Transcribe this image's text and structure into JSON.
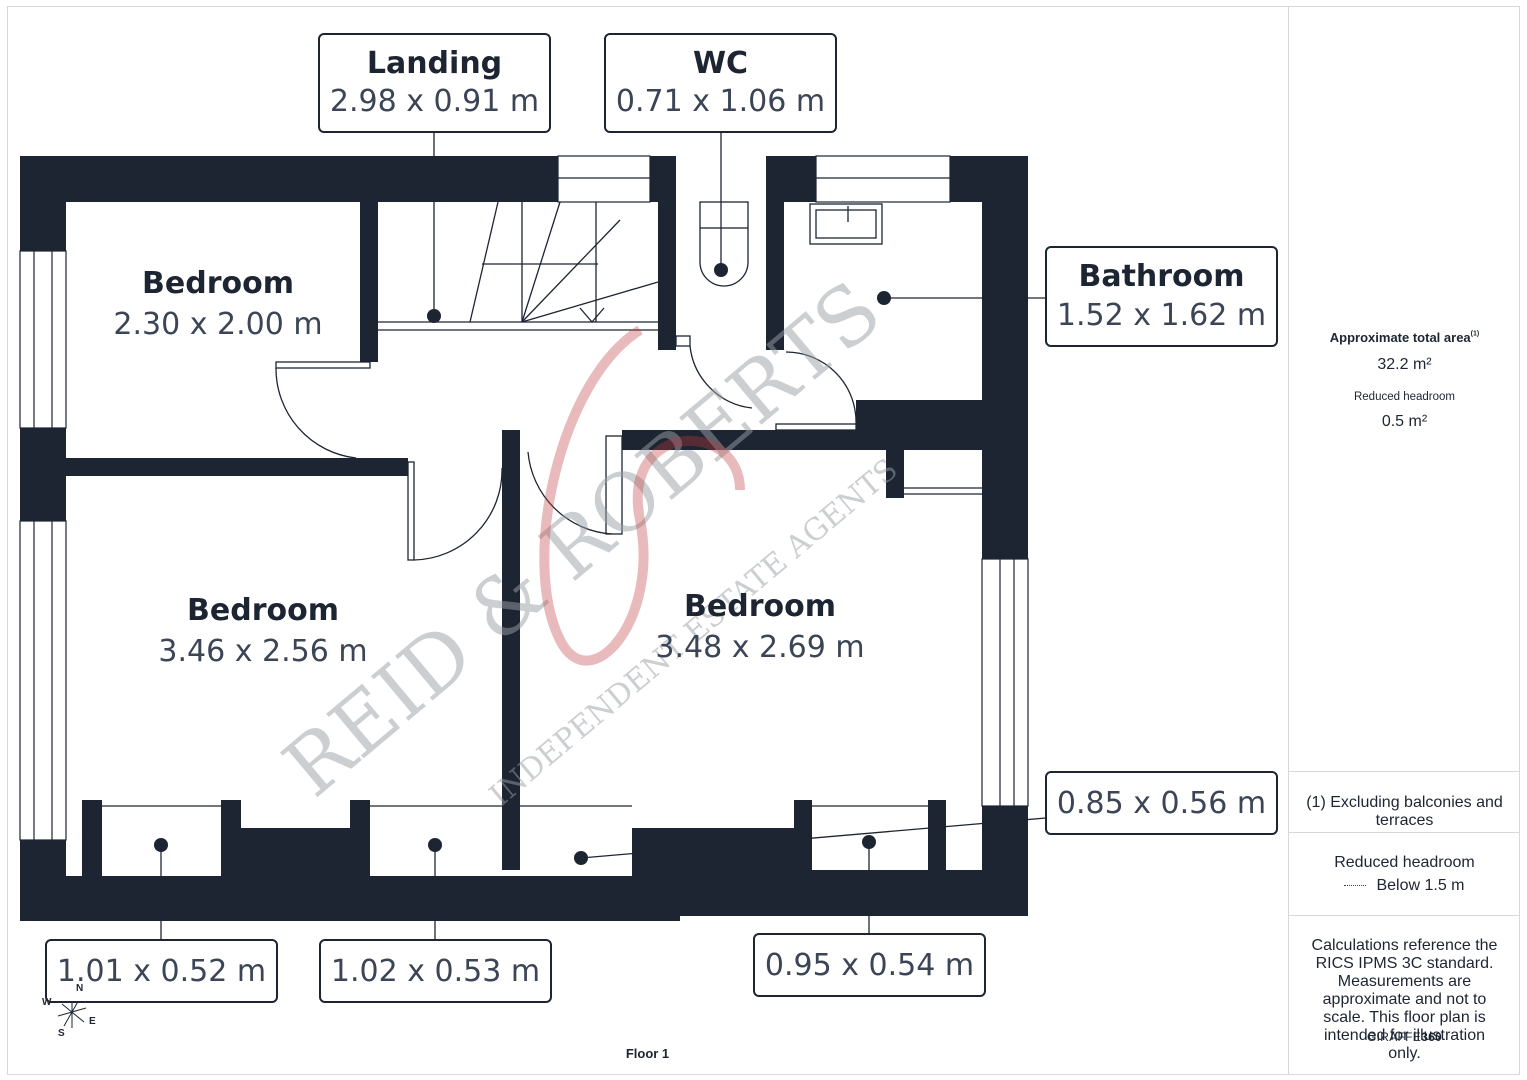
{
  "rooms": {
    "bedroom_top_left": {
      "name": "Bedroom",
      "dims": "2.30 x 2.00 m"
    },
    "bedroom_bottom_left": {
      "name": "Bedroom",
      "dims": "3.46 x 2.56 m"
    },
    "bedroom_right": {
      "name": "Bedroom",
      "dims": "3.48 x 2.69 m"
    }
  },
  "callouts": {
    "landing": {
      "name": "Landing",
      "dims": "2.98 x 0.91 m"
    },
    "wc": {
      "name": "WC",
      "dims": "0.71 x 1.06 m"
    },
    "bathroom": {
      "name": "Bathroom",
      "dims": "1.52 x 1.62 m"
    },
    "cupboard_right": {
      "dims": "0.85 x 0.56 m"
    },
    "cupboard_1": {
      "dims": "1.01 x 0.52 m"
    },
    "cupboard_2": {
      "dims": "1.02 x 0.53 m"
    },
    "cupboard_3": {
      "dims": "0.95 x 0.54 m"
    }
  },
  "floor_label": "Floor 1",
  "compass": {
    "n": "N",
    "s": "S",
    "e": "E",
    "w": "W"
  },
  "watermark": {
    "text": "REID & ROBERTS",
    "subtext": "INDEPENDENT ESTATE AGENTS"
  },
  "sidebar": {
    "total_area_label": "Approximate total area",
    "total_area_sup": "(1)",
    "total_area_value": "32.2 m²",
    "reduced_headroom_label": "Reduced headroom",
    "reduced_headroom_value": "0.5 m²",
    "footnote": "(1) Excluding balconies and terraces",
    "legend_title": "Reduced headroom",
    "legend_item": "Below 1.5 m",
    "disclaimer": "Calculations reference the RICS IPMS 3C standard. Measurements are approximate and not to scale. This floor plan is intended for illustration only.",
    "brand_a": "GIRAFFE",
    "brand_b": "360"
  },
  "colors": {
    "wall": "#1d2532",
    "text": "#1d2532",
    "dims": "#3b4556",
    "watermark_grey": "#9aa0a6",
    "watermark_red": "#c0393b"
  }
}
